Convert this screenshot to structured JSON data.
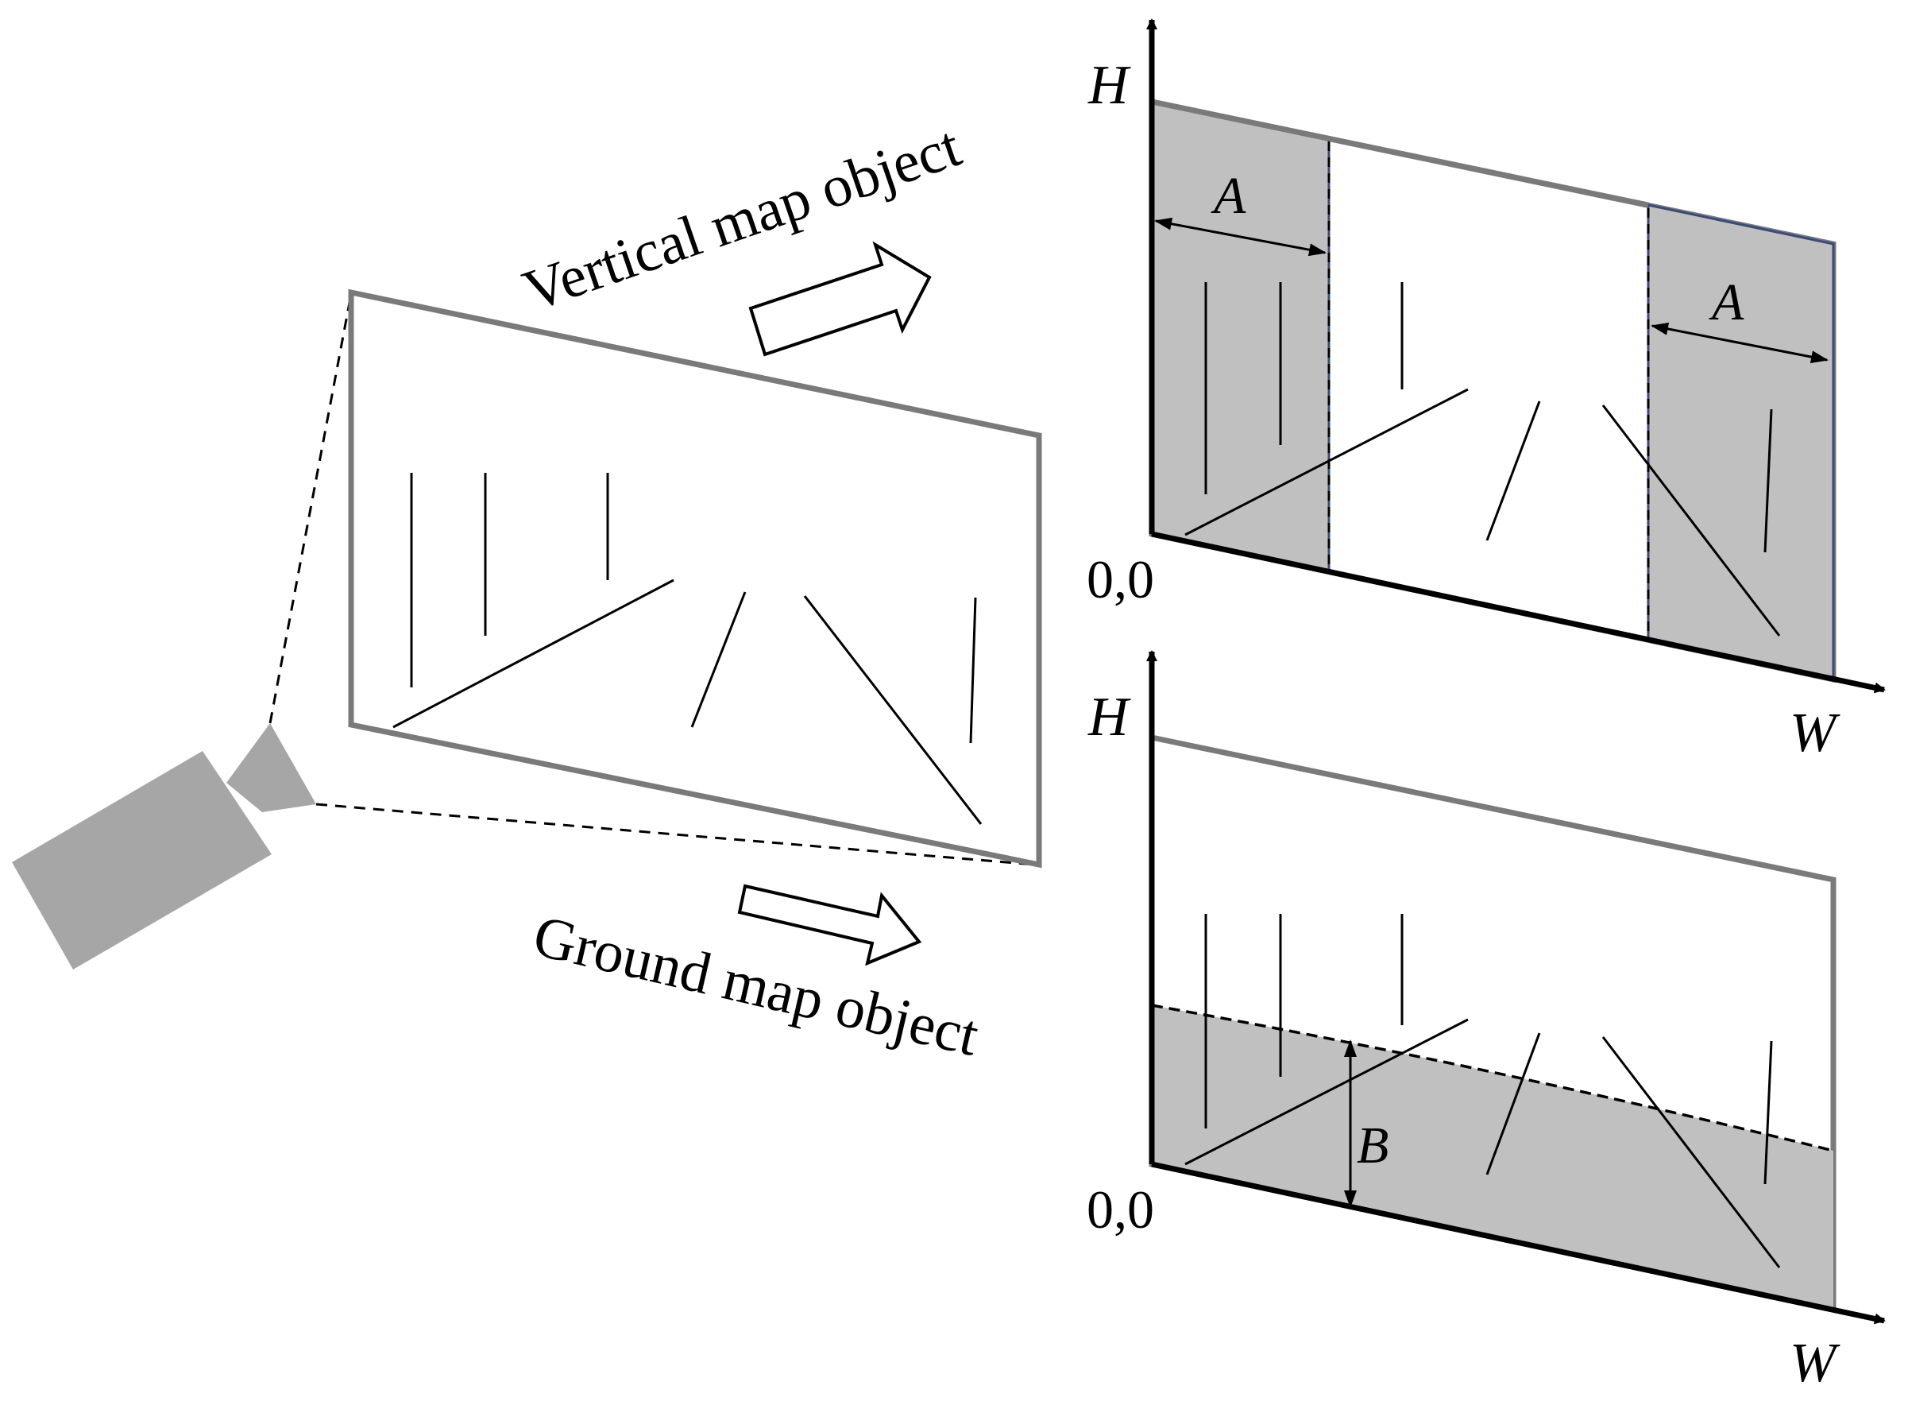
{
  "labels": {
    "vertical_caption": "Vertical map object",
    "ground_caption": "Ground map object"
  },
  "top_panel": {
    "axis_h": "H",
    "axis_w": "W",
    "origin": "0,0",
    "measure": "A",
    "measure_right": "A"
  },
  "bottom_panel": {
    "axis_h": "H",
    "axis_w": "W",
    "origin": "0,0",
    "measure": "B"
  },
  "colors": {
    "frame": "#7a7a7a",
    "shade": "#c0c0c0",
    "camera": "#a6a6a6",
    "ink": "#000000",
    "region_edge": "#3a4a7a"
  }
}
